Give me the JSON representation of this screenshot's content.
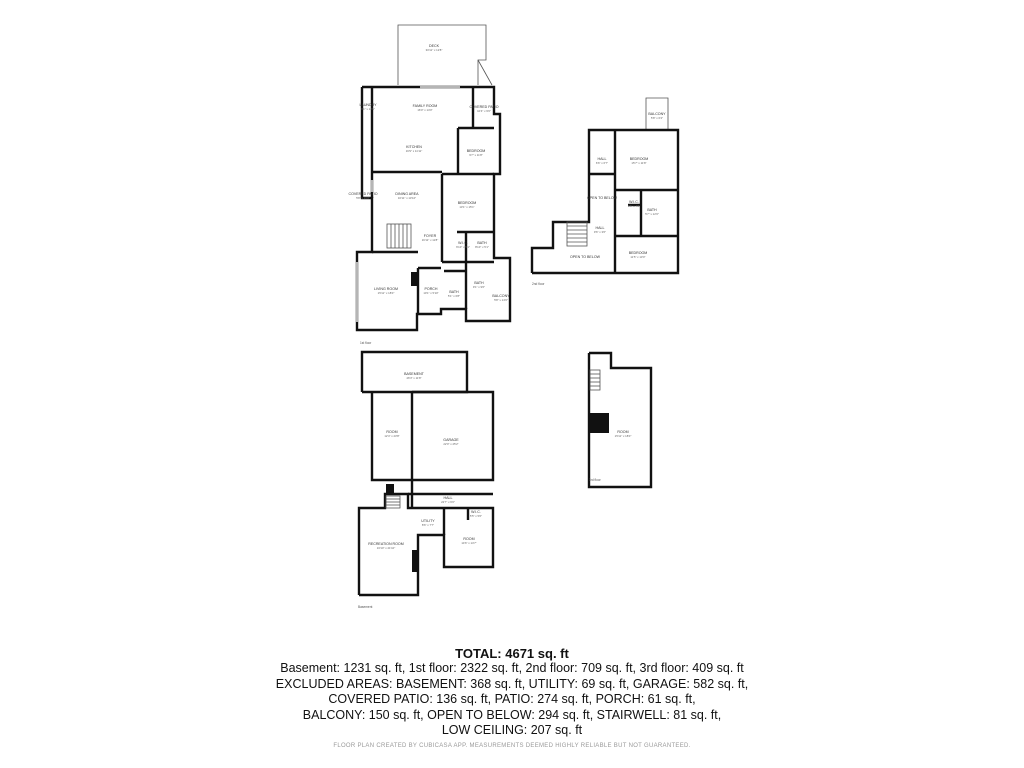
{
  "first_floor": {
    "floor_label": "1st floor",
    "rooms": [
      {
        "name": "DECK",
        "dims": "30'11\" x 12'8\""
      },
      {
        "name": "LAUNDRY",
        "dims": "9'1\" x 12'6\""
      },
      {
        "name": "FAMILY ROOM",
        "dims": "16'0\" x 14'0\""
      },
      {
        "name": "COVERED PATIO",
        "dims": "10'4\" x 9'6\""
      },
      {
        "name": "KITCHEN",
        "dims": "16'9\" x 11'11\""
      },
      {
        "name": "BEDROOM",
        "dims": "9'7\" x 11'8\""
      },
      {
        "name": "COVERED PATIO",
        "dims": "5'8\" x 16'8\""
      },
      {
        "name": "DINING AREA",
        "dims": "16'11\" x 13'10\""
      },
      {
        "name": "BEDROOM",
        "dims": "13'1\" x 15'1\""
      },
      {
        "name": "FOYER",
        "dims": "16'11\" x 11'8\""
      },
      {
        "name": "W.I.C.",
        "dims": "6'10\" x 5'1\""
      },
      {
        "name": "BATH",
        "dims": "8'10\" x 5'1\""
      },
      {
        "name": "LIVING ROOM",
        "dims": "15'11\" x 18'0\""
      },
      {
        "name": "PORCH",
        "dims": "10'1\" x 5'10\""
      },
      {
        "name": "BATH",
        "dims": "9'1\" x 9'6\""
      },
      {
        "name": "BATH",
        "dims": "5'1\" x 6'8\""
      },
      {
        "name": "BALCONY",
        "dims": "5'8\" x 14'6\""
      }
    ]
  },
  "second_floor": {
    "floor_label": "2nd floor",
    "rooms": [
      {
        "name": "BALCONY",
        "dims": "5'8\" x 6'4\""
      },
      {
        "name": "HALL",
        "dims": "6'6\" x 6'7\""
      },
      {
        "name": "BEDROOM",
        "dims": "15'7\" x 11'8\""
      },
      {
        "name": "OPEN TO BELOW",
        "dims": ""
      },
      {
        "name": "W.I.C.",
        "dims": "8'6\" x 7'8\""
      },
      {
        "name": "BATH",
        "dims": "5'7\" x 12'0\""
      },
      {
        "name": "HALL",
        "dims": "9'6\" x 3'6\""
      },
      {
        "name": "OPEN TO BELOW",
        "dims": ""
      },
      {
        "name": "BEDROOM",
        "dims": "11'5\" x 13'0\""
      }
    ]
  },
  "basement": {
    "floor_label": "Basement",
    "rooms": [
      {
        "name": "BASEMENT",
        "dims": "46'3\" x 11'8\""
      },
      {
        "name": "ROOM",
        "dims": "12'4\" x 23'8\""
      },
      {
        "name": "GARAGE",
        "dims": "22'0\" x 25'2\""
      },
      {
        "name": "HALL",
        "dims": "22'7\" x 6'0\""
      },
      {
        "name": "UTILITY",
        "dims": "8'6\" x 7'7\""
      },
      {
        "name": "W.I.C.",
        "dims": "5'5\" x 5'6\""
      },
      {
        "name": "RECREATION ROOM",
        "dims": "16'10\" x 21'10\""
      },
      {
        "name": "ROOM",
        "dims": "14'6\" x 14'7\""
      }
    ]
  },
  "third_floor": {
    "floor_label": "3rd floor",
    "rooms": [
      {
        "name": "ROOM",
        "dims": "15'11\" x 18'0\""
      }
    ]
  },
  "summary": {
    "total": "TOTAL: 4671 sq. ft",
    "line1": "Basement: 1231 sq. ft, 1st floor: 2322 sq. ft, 2nd floor: 709 sq. ft, 3rd floor: 409 sq. ft",
    "line2": "EXCLUDED AREAS: BASEMENT: 368 sq. ft, UTILITY: 69 sq. ft, GARAGE: 582 sq. ft,",
    "line3": "COVERED PATIO: 136 sq. ft, PATIO: 274 sq. ft, PORCH: 61 sq. ft,",
    "line4": "BALCONY: 150 sq. ft, OPEN TO BELOW: 294 sq. ft, STAIRWELL: 81 sq. ft,",
    "line5": "LOW CEILING: 207 sq. ft"
  },
  "footer": "FLOOR PLAN CREATED BY CUBICASA APP. MEASUREMENTS DEEMED HIGHLY RELIABLE BUT NOT GUARANTEED."
}
